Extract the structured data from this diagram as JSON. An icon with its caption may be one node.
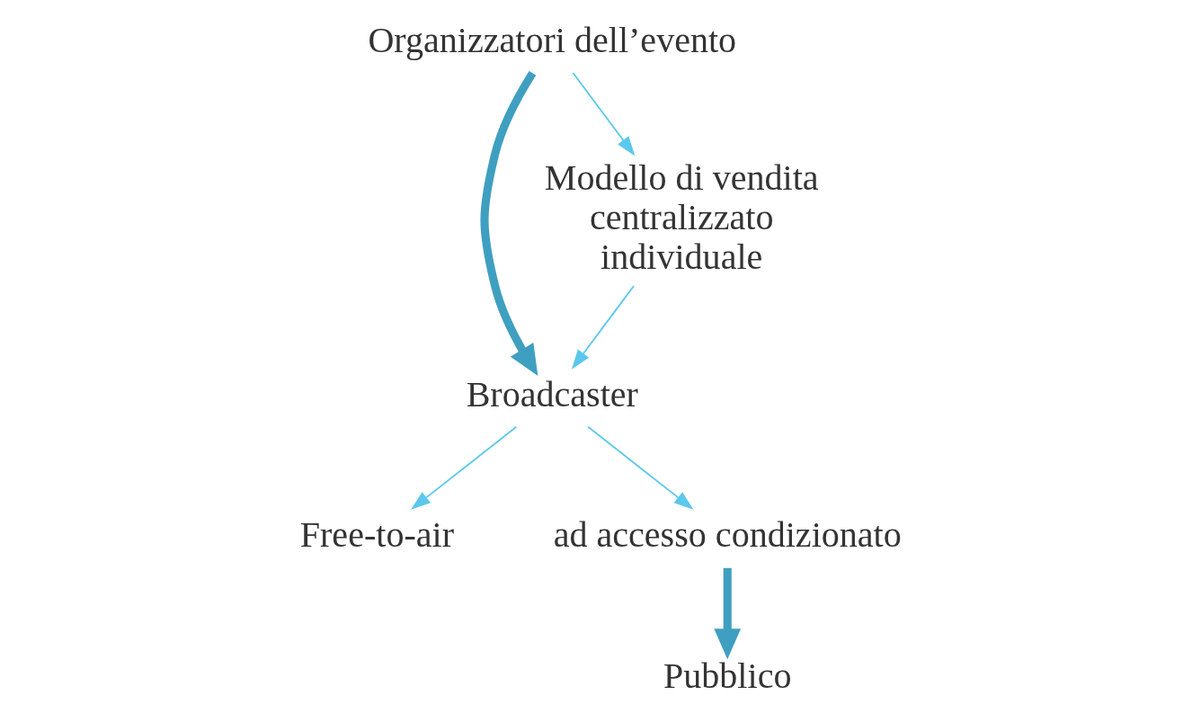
{
  "diagram": {
    "nodes": [
      {
        "text": [
          "Organizzatori dell’evento"
        ]
      },
      {
        "text": [
          "Broadcaster"
        ]
      },
      {
        "text": [
          "Modello di vendita",
          "centralizzato",
          "individuale"
        ]
      },
      {
        "text": [
          "Free-to-air"
        ]
      },
      {
        "text": [
          "ad accesso condizionato"
        ]
      },
      {
        "text": [
          "Pubblico"
        ]
      }
    ],
    "edges": [
      {
        "from": 0,
        "to": 1,
        "arrow": "to",
        "style": "thick",
        "color": "#3f9fc0"
      },
      {
        "from": 0,
        "to": 2,
        "arrow": "to"
      },
      {
        "from": 2,
        "to": 1,
        "arrow": "to"
      },
      {
        "from": 1,
        "to": 3,
        "arrow": "to"
      },
      {
        "from": 1,
        "to": 4,
        "arrow": "to"
      },
      {
        "from": 4,
        "to": 5,
        "arrow": "to",
        "style": "thick",
        "color": "#3f9fc0"
      }
    ]
  }
}
